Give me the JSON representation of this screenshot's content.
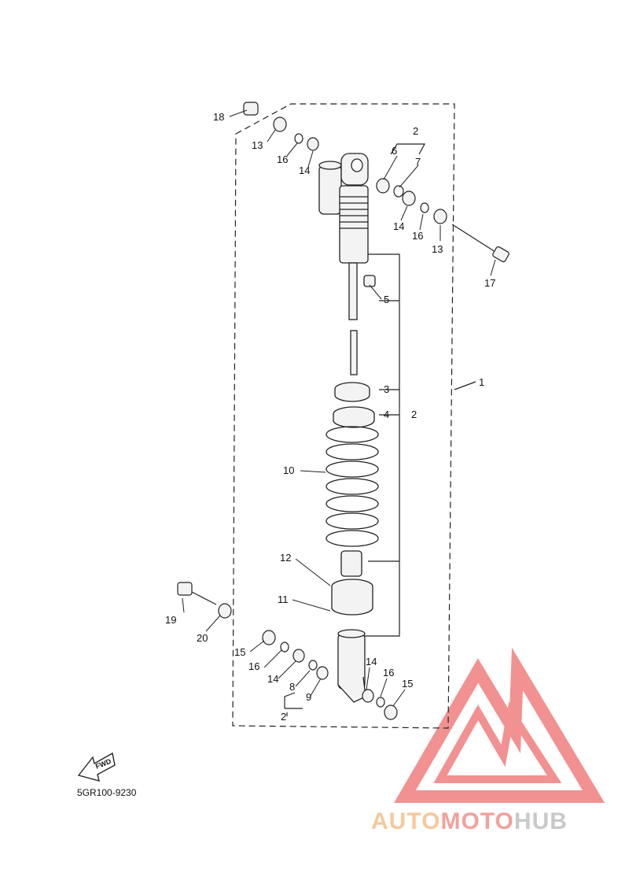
{
  "diagram": {
    "code": "5GR100-9230",
    "fwd_label": "FWD",
    "callouts": {
      "c18": "18",
      "c13a": "13",
      "c16a": "16",
      "c14a": "14",
      "c2a": "2",
      "c6": "6",
      "c7": "7",
      "c14b": "14",
      "c16b": "16",
      "c13b": "13",
      "c17": "17",
      "c5": "5",
      "c3": "3",
      "c4": "4",
      "c2b": "2",
      "c1": "1",
      "c10": "10",
      "c12": "12",
      "c11": "11",
      "c19": "19",
      "c20": "20",
      "c15a": "15",
      "c16c": "16",
      "c14c": "14",
      "c8": "8",
      "c9": "9",
      "c2c": "2",
      "c14d": "14",
      "c16d": "16",
      "c15b": "15"
    }
  },
  "watermark": {
    "part1": "AUTO",
    "part2": "MOTO",
    "part3": "HUB",
    "colors": {
      "auto": "#f6c89b",
      "moto": "#f2a19b",
      "hub": "#c9c9c9",
      "logo": "#f07e7e"
    }
  }
}
